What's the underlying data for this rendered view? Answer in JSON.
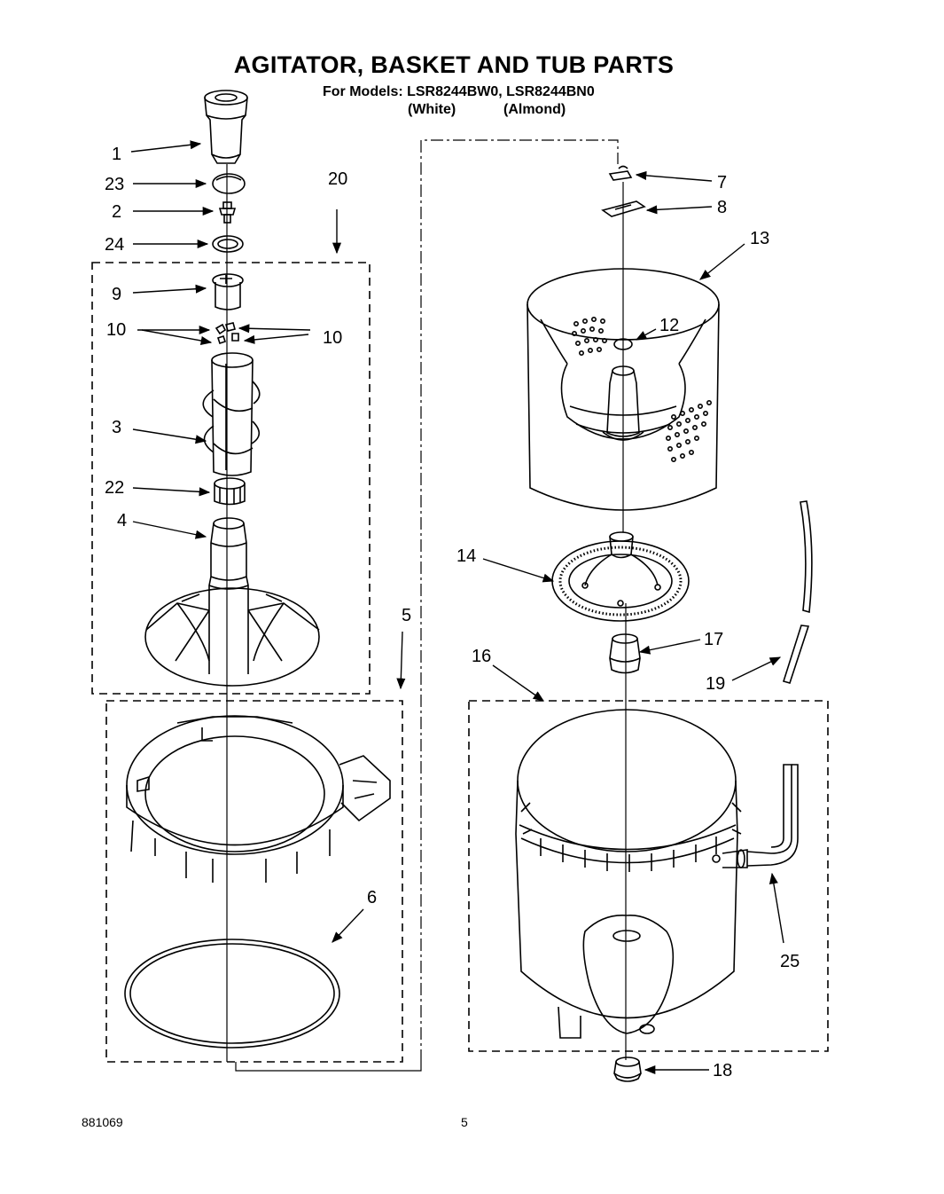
{
  "header": {
    "title": "AGITATOR, BASKET AND TUB PARTS",
    "models_line": "For Models: LSR8244BW0, LSR8244BN0",
    "color_white": "(White)",
    "color_almond": "(Almond)"
  },
  "footer": {
    "doc_number": "881069",
    "page_number": "5"
  },
  "callouts": {
    "c1": "1",
    "c23": "23",
    "c2": "2",
    "c24": "24",
    "c20": "20",
    "c9": "9",
    "c10a": "10",
    "c10b": "10",
    "c3": "3",
    "c22": "22",
    "c4": "4",
    "c5": "5",
    "c6": "6",
    "c7": "7",
    "c8": "8",
    "c13": "13",
    "c12": "12",
    "c14": "14",
    "c17": "17",
    "c16": "16",
    "c19": "19",
    "c25": "25",
    "c18": "18"
  },
  "colors": {
    "ink": "#000000",
    "paper": "#ffffff"
  }
}
